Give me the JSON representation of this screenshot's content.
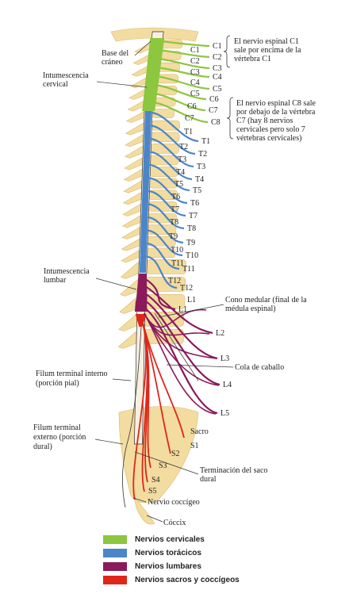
{
  "labels": {
    "skull_base": [
      "Base del",
      "cráneo"
    ],
    "cervical_enlargement": [
      "Intumescencia",
      "cervical"
    ],
    "lumbar_enlargement": [
      "Intumescencia",
      "lumbar"
    ],
    "conus": [
      "Cono medular (final de la",
      "médula espinal)"
    ],
    "cauda": "Cola de caballo",
    "filum_internal": [
      "Filum terminal interno",
      "(porción pial)"
    ],
    "filum_external": [
      "Filum terminal",
      "externo (porción",
      "dural)"
    ],
    "dural_sac": [
      "Terminación del saco",
      "dural"
    ],
    "coccygeal_nerve": "Nervio coccígeo",
    "coccyx": "Cóccix"
  },
  "notes": {
    "c1": [
      "El nervio espinal C1",
      "sale por encima de la",
      "vértebra C1"
    ],
    "c8": [
      "El nervio espinal C8 sale",
      "por debajo de la vértebra",
      "C7 (hay 8 nervios",
      "cervicales pero solo 7",
      "vértebras cervicales)"
    ]
  },
  "nerves_right": [
    "C1",
    "C2",
    "C3",
    "C4",
    "C5",
    "C6",
    "C7",
    "C8",
    "T1",
    "T2",
    "T3",
    "T4",
    "T5",
    "T6",
    "T7",
    "T8",
    "T9",
    "T10",
    "T11",
    "T12",
    "L1",
    "L2",
    "L3",
    "L4",
    "L5"
  ],
  "vertebrae_inner": [
    "C1",
    "C2",
    "C3",
    "C4",
    "C5",
    "C6",
    "C7",
    "T1",
    "T2",
    "T3",
    "T4",
    "T5",
    "T6",
    "T7",
    "T8",
    "T9",
    "T10",
    "T11",
    "T12",
    "L1"
  ],
  "sacral": {
    "sacro": "Sacro",
    "s1": "S1",
    "s2": "S2",
    "s3": "S3",
    "s4": "S4",
    "s5": "S5"
  },
  "legend": [
    {
      "label": "Nervios cervicales",
      "color": "#8dc63f"
    },
    {
      "label": "Nervios torácicos",
      "color": "#4a86c8"
    },
    {
      "label": "Nervios lumbares",
      "color": "#8b1a5a"
    },
    {
      "label": "Nervios sacros y coccígeos",
      "color": "#e0261a"
    }
  ],
  "colors": {
    "bone": "#f3dca0",
    "bone_edge": "#d9b872",
    "cervical": "#8dc63f",
    "thoracic": "#4a86c8",
    "lumbar": "#8b1a5a",
    "sacral": "#e0261a"
  }
}
